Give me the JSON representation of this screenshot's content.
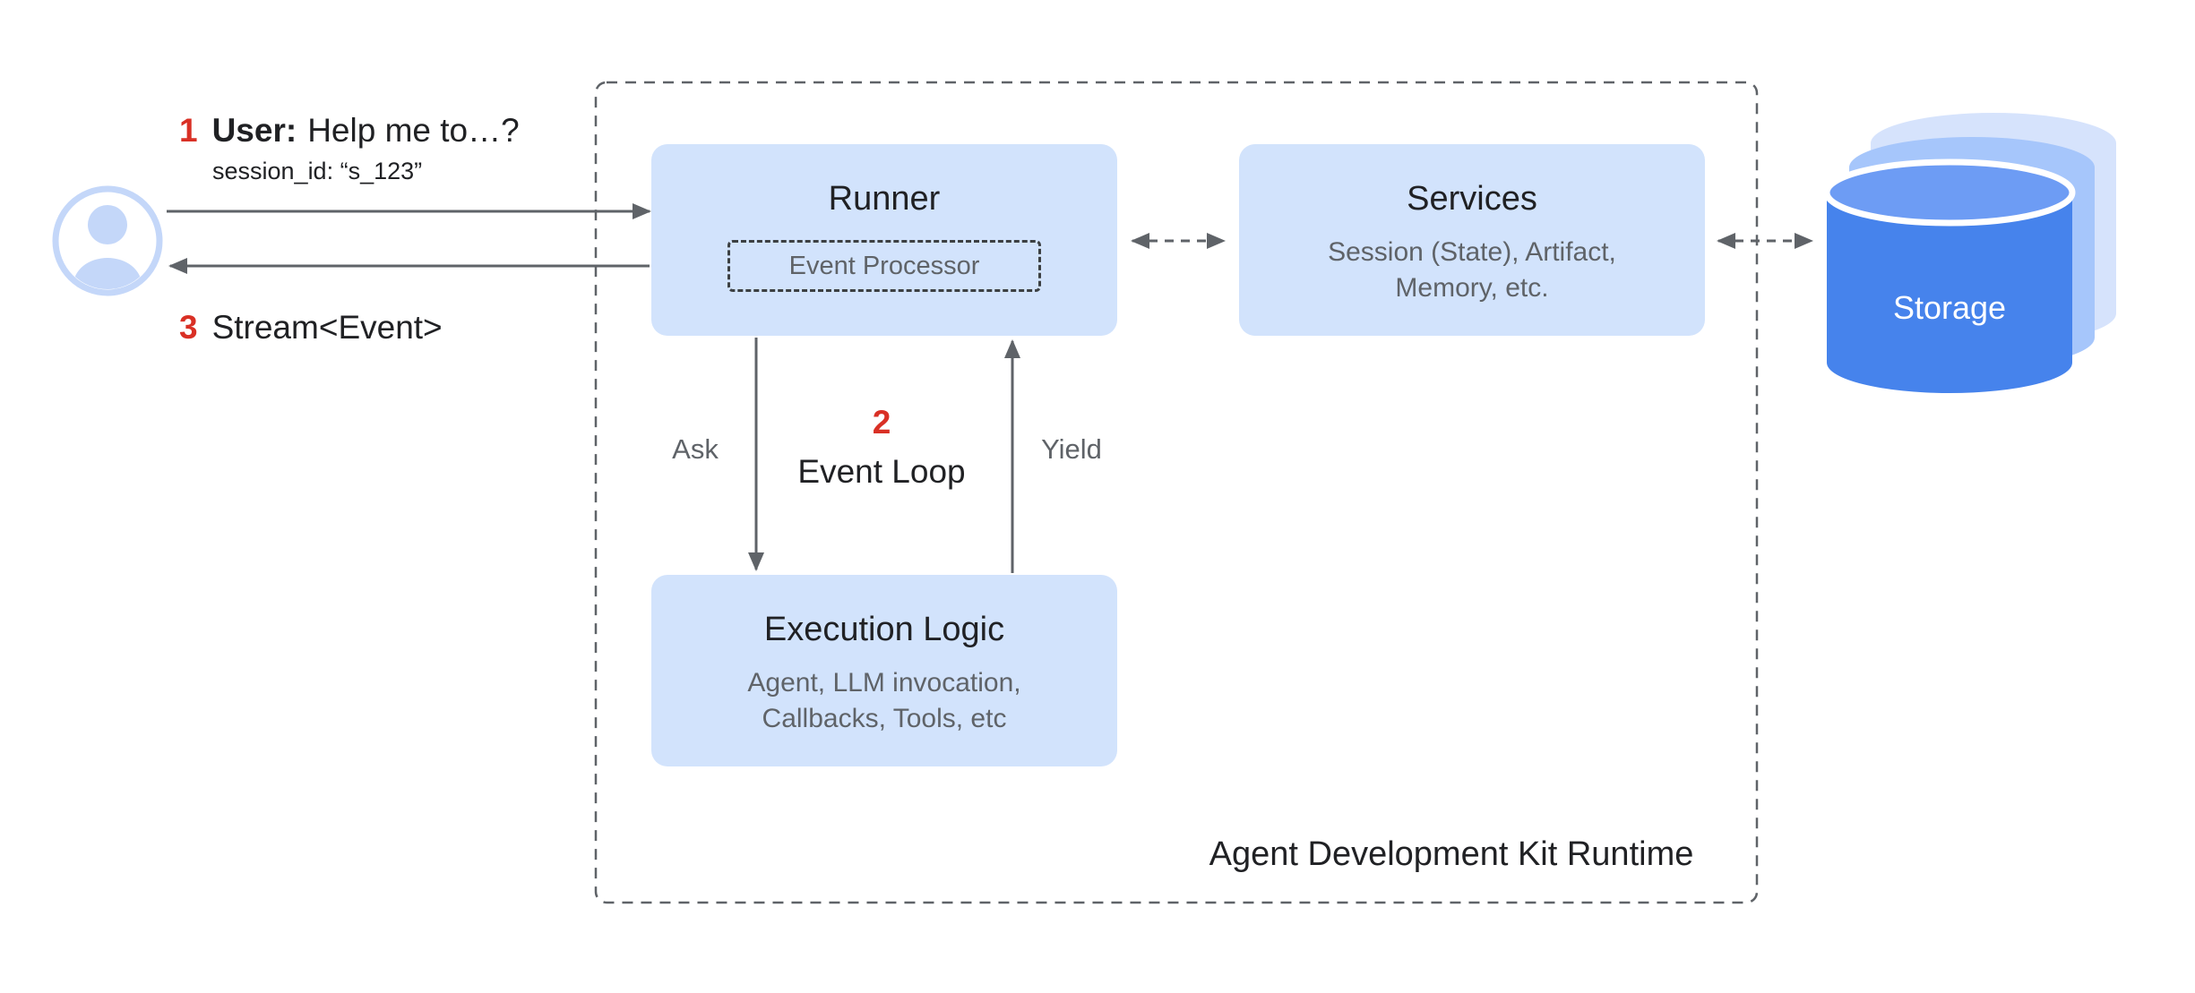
{
  "colors": {
    "box_fill": "#d2e3fc",
    "accent_red": "#d93025",
    "text_dark": "#202124",
    "text_gray": "#5f6368",
    "arrow_gray": "#5f6368",
    "storage_front": "#4683ec",
    "storage_front_top": "#6d9cf4",
    "storage_mid": "#a6c6fb",
    "storage_back": "#d6e3fc",
    "avatar_blue": "#c4d7f9"
  },
  "user_flow": {
    "step1": {
      "number": "1",
      "label": "User:",
      "text": "Help me to…?",
      "session": "session_id: “s_123”"
    },
    "step3": {
      "number": "3",
      "text": "Stream<Event>"
    }
  },
  "runtime": {
    "container_label": "Agent Development Kit Runtime",
    "runner": {
      "title": "Runner",
      "event_processor": "Event Processor"
    },
    "services": {
      "title": "Services",
      "subtitle1": "Session (State), Artifact,",
      "subtitle2": "Memory, etc."
    },
    "execution_logic": {
      "title": "Execution Logic",
      "subtitle1": "Agent, LLM invocation,",
      "subtitle2": "Callbacks, Tools, etc"
    },
    "event_loop": {
      "number": "2",
      "label": "Event Loop"
    },
    "ask_label": "Ask",
    "yield_label": "Yield"
  },
  "storage": {
    "label": "Storage"
  }
}
